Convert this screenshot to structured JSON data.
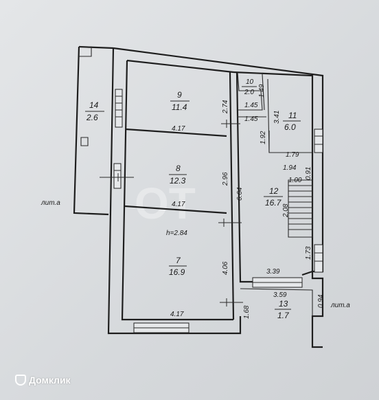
{
  "rooms": [
    {
      "id": "14",
      "num": "14",
      "area": "2.6"
    },
    {
      "id": "9",
      "num": "9",
      "area": "11.4"
    },
    {
      "id": "10",
      "num": "10",
      "area": "2.0"
    },
    {
      "id": "11",
      "num": "11",
      "area": "6.0"
    },
    {
      "id": "8",
      "num": "8",
      "area": "12.3"
    },
    {
      "id": "12",
      "num": "12",
      "area": "16.7"
    },
    {
      "id": "7",
      "num": "7",
      "area": "16.9"
    },
    {
      "id": "13",
      "num": "13",
      "area": "1.7"
    }
  ],
  "dims": {
    "d274": "2.74",
    "d149": "1.49",
    "d145a": "1.45",
    "d145b": "1.45",
    "d341": "3.41",
    "d417a": "4.17",
    "d192": "1.92",
    "d179": "1.79",
    "d194": "1.94",
    "d091": "0.91",
    "d100": "1.00",
    "d296": "2.96",
    "d664": "6.64",
    "d208": "2.08",
    "d417b": "4.17",
    "d173": "1.73",
    "d406": "4.06",
    "d339": "3.39",
    "d359": "3.59",
    "d094": "0.94",
    "d168": "1.68",
    "d417c": "4.17"
  },
  "labels": {
    "height": "h=2.84",
    "lit_left": "лит.а",
    "lit_right": "лит.а"
  },
  "watermark": "ОТ",
  "brand": {
    "name": "Домклик"
  }
}
